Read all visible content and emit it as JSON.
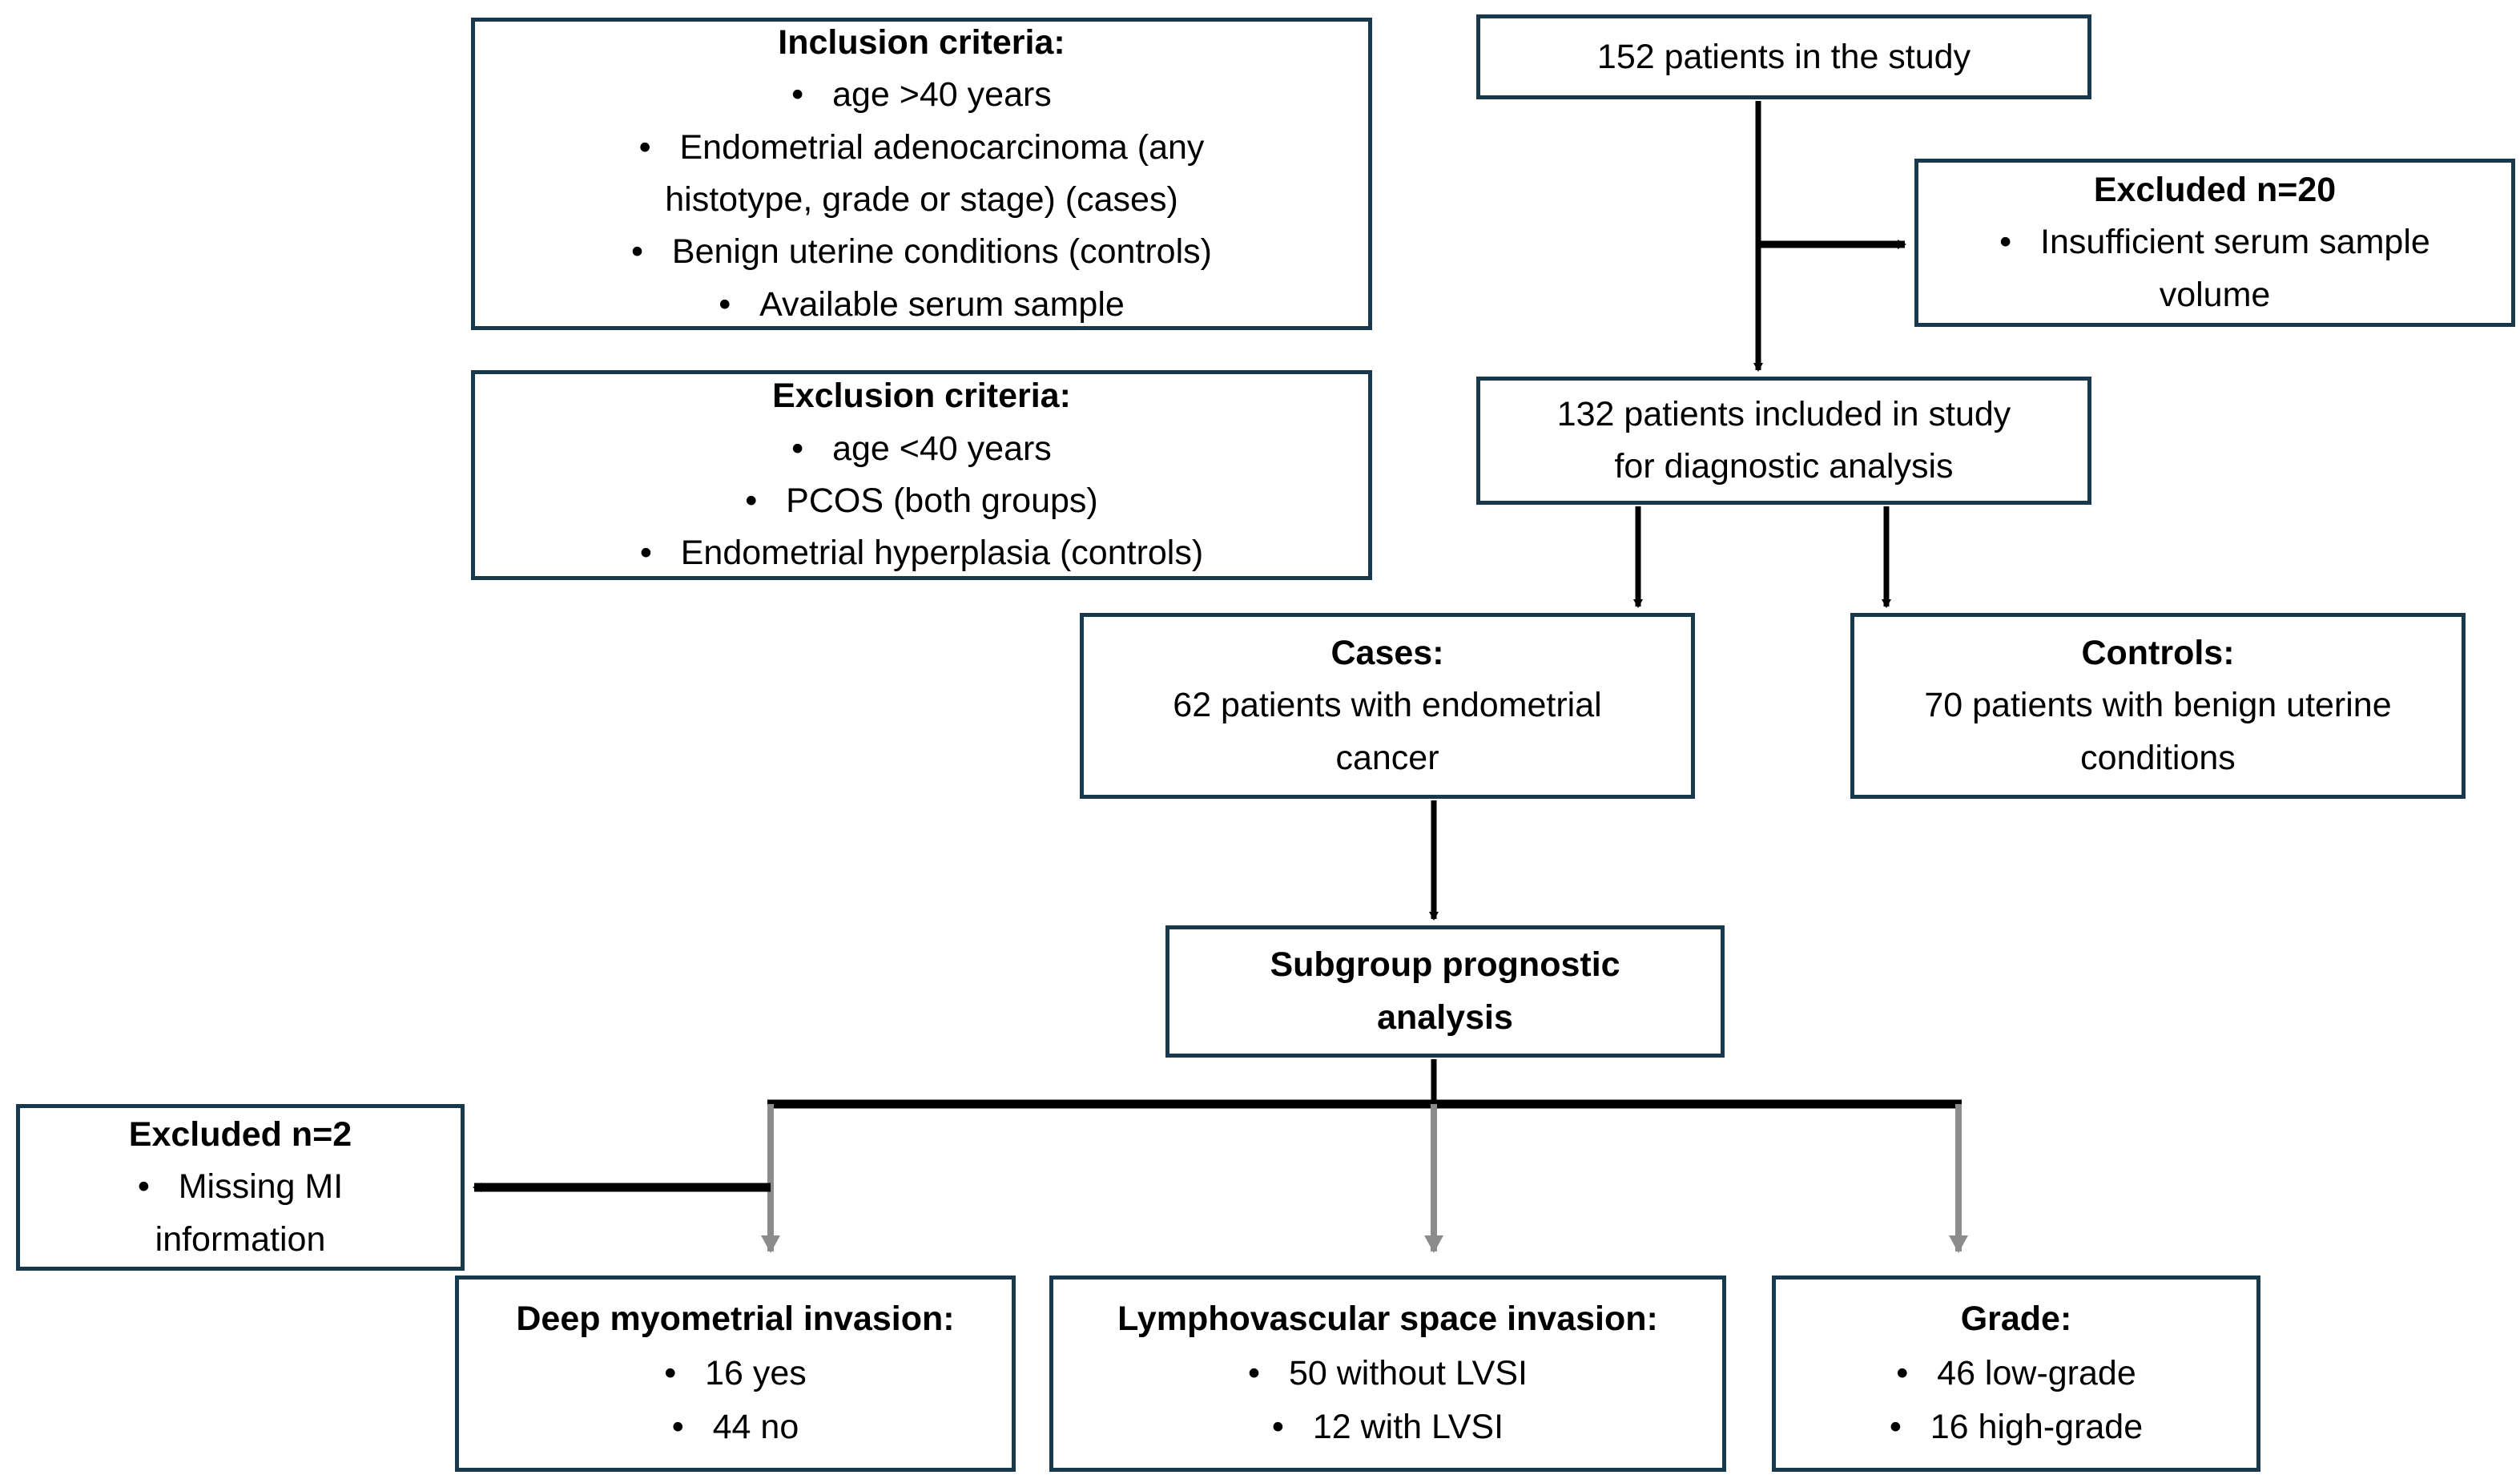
{
  "diagram": {
    "type": "study-flowchart",
    "accent_color": "#17384d",
    "arrow_dark": "#000000",
    "arrow_gray": "#8c8c8c",
    "boxes": {
      "inclusion": {
        "title": "Inclusion criteria:",
        "items": [
          "age >40 years",
          "Endometrial adenocarcinoma (any histotype, grade or stage) (cases)",
          "Benign uterine conditions (controls)",
          "Available serum sample"
        ],
        "lines": [
          "age >40 years",
          "Endometrial adenocarcinoma (any",
          "histotype, grade or stage) (cases)",
          "Benign uterine conditions (controls)",
          "Available serum sample"
        ]
      },
      "exclusion": {
        "title": "Exclusion criteria:",
        "items": [
          "age <40 years",
          "PCOS (both groups)",
          "Endometrial hyperplasia (controls)"
        ]
      },
      "total": {
        "text": "152 patients in the study",
        "count": 152
      },
      "excluded20": {
        "title": "Excluded n=20",
        "count": 20,
        "items": [
          "Insufficient serum sample volume"
        ],
        "line1": "Insufficient serum sample",
        "line2": "volume"
      },
      "included132": {
        "count": 132,
        "line1": "132 patients included in study",
        "line2": "for diagnostic analysis"
      },
      "cases": {
        "title": "Cases:",
        "count": 62,
        "line1": "62 patients with endometrial",
        "line2": "cancer"
      },
      "controls": {
        "title": "Controls:",
        "count": 70,
        "line1": "70 patients with benign uterine",
        "line2": "conditions"
      },
      "subgroup": {
        "line1": "Subgroup prognostic",
        "line2": "analysis"
      },
      "excluded2": {
        "title": "Excluded n=2",
        "count": 2,
        "items": [
          "Missing MI information"
        ],
        "line1": "Missing MI",
        "line2": "information"
      },
      "dmi": {
        "title": "Deep myometrial invasion:",
        "items": [
          "16 yes",
          "44 no"
        ]
      },
      "lvsi": {
        "title": "Lymphovascular space invasion:",
        "items": [
          "50 without LVSI",
          "12 with LVSI"
        ]
      },
      "grade": {
        "title": "Grade:",
        "items": [
          "46 low-grade",
          "16 high-grade"
        ]
      }
    }
  }
}
